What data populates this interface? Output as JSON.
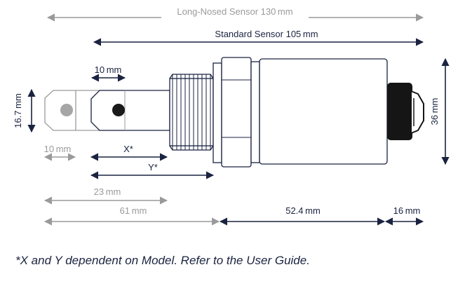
{
  "dimensions": {
    "long_nosed_sensor": "Long-Nosed Sensor  130 mm",
    "standard_sensor": "Standard Sensor  105 mm",
    "nose_tip_length": "10 mm",
    "diameter_small": "16.7 mm",
    "diameter_body": "36 mm",
    "long_nose_tip": "10 mm",
    "x_label": "X*",
    "y_label": "Y*",
    "long_nose_23": "23 mm",
    "long_nose_61": "61 mm",
    "body_length": "52.4 mm",
    "connector_length": "16 mm"
  },
  "footnote": "*X and Y dependent on Model. Refer to the User Guide.",
  "colors": {
    "dark_line": "#1a2340",
    "grey_line": "#9a9a9a",
    "body_outline": "#1a2340",
    "connector": "#111111"
  }
}
